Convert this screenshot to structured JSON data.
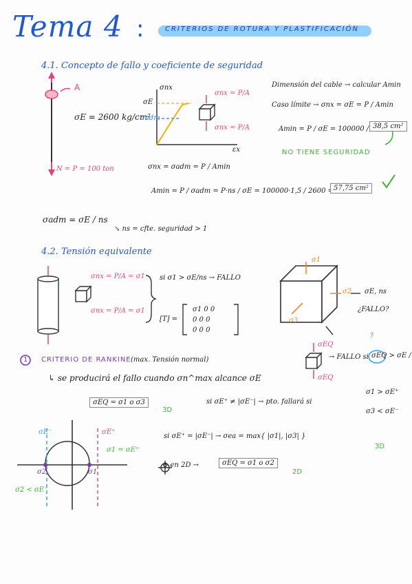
{
  "title": "Tema 4",
  "colon": ":",
  "banner": "CRITERIOS DE ROTURA Y PLASTIFICACIÓN",
  "s41": {
    "heading": "4.1. Concepto de fallo y coeficiente de seguridad",
    "a_label": "A",
    "sigma_e": "σE = 2600 kg/cm²",
    "n_label": "N = P = 100 ton",
    "ax_top": "σnx",
    "ax_se": "σE",
    "ax_sadm": "σadm",
    "ax_ex": "εx",
    "cube_top": "σnx = P/A",
    "cube_bot": "σnx = P/A",
    "dim_title": "Dimensión del cable → calcular Amin",
    "caso": "Caso límite →  σnx = σE = P / Amin",
    "amin1": "Amin = P / σE = 100000 / 2600 =",
    "amin1_box": "38,5 cm²",
    "no_seg": "NO TIENE SEGURIDAD",
    "snx_adm": "σnx = σadm = P / Amin",
    "amin2": "Amin = P / σadm = P·ns / σE = 100000·1,5 / 2600 =",
    "amin2_box": "57,75 cm²",
    "sadm_def": "σadm = σE / ns",
    "ns_def": "↘ ns = cfte. seguridad > 1"
  },
  "s42": {
    "heading": "4.2. Tensión equivalente",
    "cyl_top": "σnx = P/A = σ1",
    "cyl_bot": "σnx = P/A = σ1",
    "cond": "si  σ1 > σE/ns → FALLO",
    "tensor_label": "[T] =",
    "tensor": [
      "σ1   0   0",
      "0   0   0",
      "0   0   0"
    ],
    "s1": "σ1",
    "s2": "σ2",
    "s3": "σ3",
    "se_ns": "σE, ns",
    "fallo_q": "¿FALLO?",
    "q_mark": "?",
    "seq": "σEQ",
    "seq2": "σEQ",
    "fallo_si": "→ FALLO si",
    "fallo_cond": "σEQ > σE / ns"
  },
  "s43": {
    "num": "1",
    "heading": "CRITERIO DE RANKINE",
    "sub": "(max. Tensión normal)",
    "line": "↳ se producirá el fallo cuando σn^max alcance σE",
    "box1": "σEQ = σ1 o σ3",
    "tag1": "3D",
    "cond2": "si  σE⁺ ≠ |σE⁻| → pto. fallará si",
    "cond2a": "σ1 > σE⁺",
    "cond2b": "σ3 < σE⁻",
    "se_minus": "σE⁻",
    "se_plus": "σE⁺",
    "s1_se": "σ1 = σE⁺",
    "s2_lbl": "σ2",
    "s1_lbl": "σ1",
    "s2_cond": "σ2 < σE⁻",
    "cond3": "si  σE⁺ = |σE⁻|  →  σea = max{ |σ1|, |σ3| }",
    "tag3": "3D",
    "cond4": "⊕  en 2D →",
    "box4": "σEQ = σ1 o σ2",
    "tag4": "2D"
  }
}
